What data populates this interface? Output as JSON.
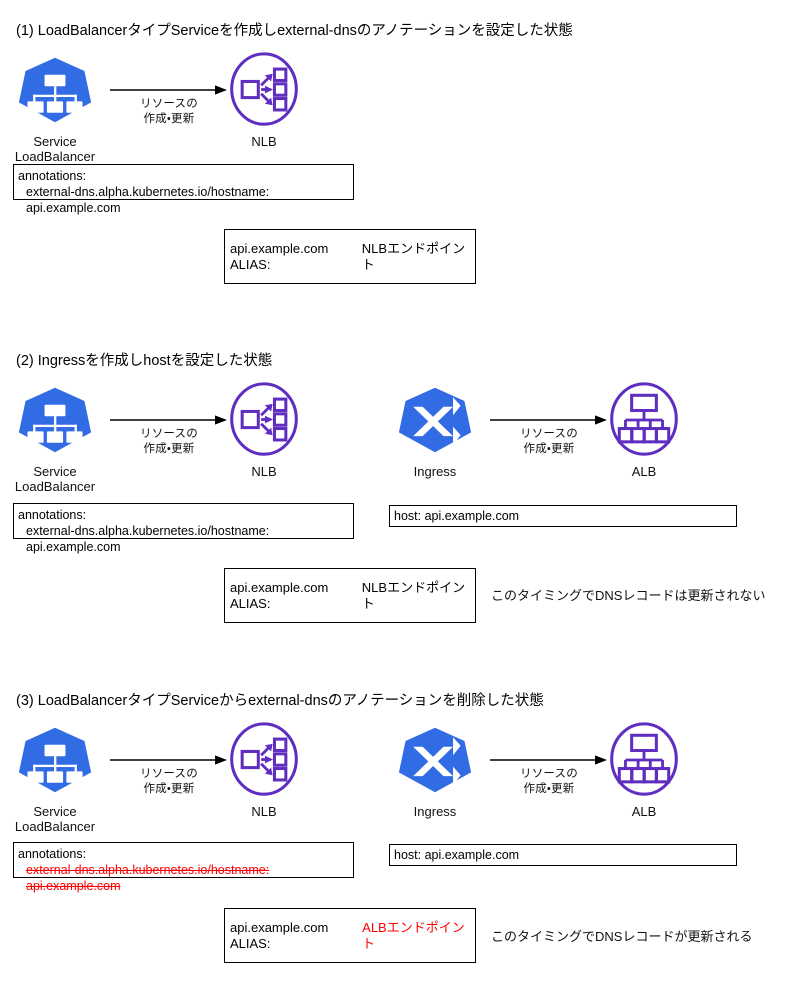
{
  "colors": {
    "k8s_blue": "#326ce5",
    "aws_purple": "#5f2ec0",
    "red_accent": "#ff0000",
    "stroke": "#000000"
  },
  "labels": {
    "arrow_resource": "リソースの\n作成・更新",
    "service_caption": "Service\nLoadBalancer",
    "nlb_caption": "NLB",
    "ingress_caption": "Ingress",
    "alb_caption": "ALB"
  },
  "sections": [
    {
      "id": "section-1",
      "title": "(1) LoadBalancerタイプServiceを作成しexternal-dnsのアノテーションを設定した状態",
      "service": {
        "caption": "Service\nLoadBalancer",
        "arrow_label": "リソースの\n作成・更新",
        "target_caption": "NLB",
        "manifest": {
          "line1": "annotations:",
          "line2": "external-dns.alpha.kubernetes.io/hostname: api.example.com",
          "removed": false
        }
      },
      "ingress": null,
      "dns_record": {
        "prefix": "api.example.com ALIAS: ",
        "endpoint": "NLBエンドポイント",
        "endpoint_highlighted": false
      },
      "note": null
    },
    {
      "id": "section-2",
      "title": "(2) Ingressを作成しhostを設定した状態",
      "service": {
        "caption": "Service\nLoadBalancer",
        "arrow_label": "リソースの\n作成・更新",
        "target_caption": "NLB",
        "manifest": {
          "line1": "annotations:",
          "line2": "external-dns.alpha.kubernetes.io/hostname: api.example.com",
          "removed": false
        }
      },
      "ingress": {
        "caption": "Ingress",
        "arrow_label": "リソースの\n作成・更新",
        "target_caption": "ALB",
        "manifest": {
          "line1": "host: api.example.com"
        }
      },
      "dns_record": {
        "prefix": "api.example.com ALIAS: ",
        "endpoint": "NLBエンドポイント",
        "endpoint_highlighted": false
      },
      "note": "このタイミングでDNSレコードは更新されない"
    },
    {
      "id": "section-3",
      "title": "(3) LoadBalancerタイプServiceからexternal-dnsのアノテーションを削除した状態",
      "service": {
        "caption": "Service\nLoadBalancer",
        "arrow_label": "リソースの\n作成・更新",
        "target_caption": "NLB",
        "manifest": {
          "line1": "annotations:",
          "line2": "external-dns.alpha.kubernetes.io/hostname: api.example.com",
          "removed": true
        }
      },
      "ingress": {
        "caption": "Ingress",
        "arrow_label": "リソースの\n作成・更新",
        "target_caption": "ALB",
        "manifest": {
          "line1": "host: api.example.com"
        }
      },
      "dns_record": {
        "prefix": "api.example.com ALIAS: ",
        "endpoint": "ALBエンドポイント",
        "endpoint_highlighted": true
      },
      "note": "このタイミングでDNSレコードが更新される"
    }
  ]
}
